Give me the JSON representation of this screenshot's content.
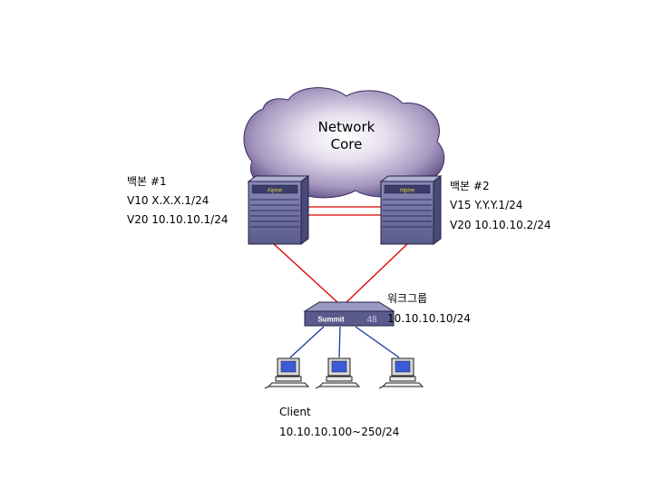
{
  "cloud": {
    "line1": "Network",
    "line2": "Core"
  },
  "backbone1": {
    "title": "백본 #1",
    "vlan1": "V10 X.X.X.1/24",
    "vlan2": "V20 10.10.10.1/24",
    "brand": "Alpine"
  },
  "backbone2": {
    "title": "백본 #2",
    "vlan1": "V15 Y.Y.Y.1/24",
    "vlan2": "V20 10.10.10.2/24",
    "brand": "Alpine"
  },
  "workgroup": {
    "title": "워크그룹",
    "address": "10.10.10.10/24",
    "brand": "Summit",
    "model": "48"
  },
  "client": {
    "title": "Client",
    "range": "10.10.10.100~250/24"
  },
  "colors": {
    "cloud": "#8a7aa8",
    "link_red": "#e00000",
    "link_blue": "#1a3aa0",
    "device": "#6a6a9a"
  }
}
